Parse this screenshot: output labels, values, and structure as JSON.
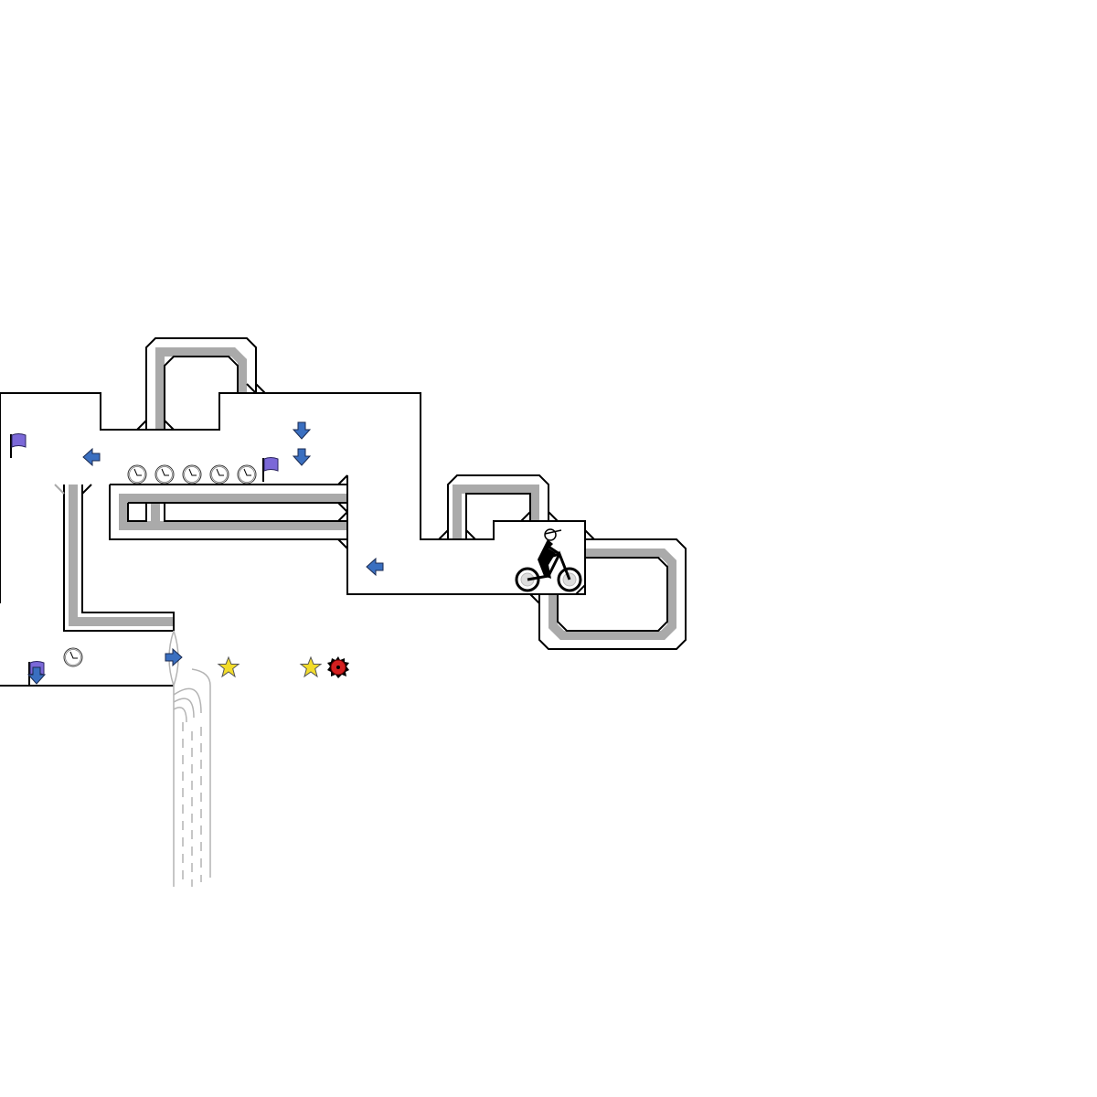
{
  "game": {
    "colors": {
      "track": "#000000",
      "scenery": "#aaaaaa",
      "boost": "#3a6fc0",
      "checkpoint": "#7b68d8",
      "star": "#f2dc2a",
      "bomb": "#d42020",
      "slowmo": "#ffffff"
    },
    "entities": {
      "checkpoints": 3,
      "boosts": 6,
      "slowmo_clocks": 6,
      "stars": 2,
      "bombs": 1,
      "riders": 1
    }
  }
}
